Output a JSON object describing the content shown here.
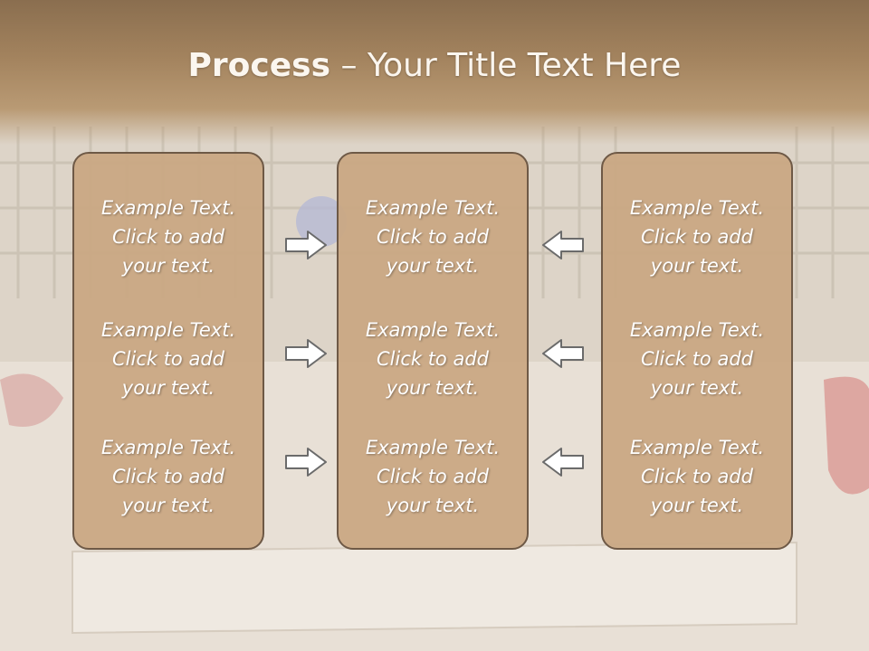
{
  "slide": {
    "title_bold": "Process",
    "title_rest": " – Your Title Text Here"
  },
  "columns": [
    {
      "items": [
        {
          "line1": "Example Text.",
          "line2": "Click  to add",
          "line3": "your text."
        },
        {
          "line1": "Example Text.",
          "line2": "Click  to add",
          "line3": "your text."
        },
        {
          "line1": "Example Text.",
          "line2": "Click  to add",
          "line3": "your text."
        }
      ]
    },
    {
      "items": [
        {
          "line1": "Example Text.",
          "line2": "Click  to add",
          "line3": "your text."
        },
        {
          "line1": "Example Text.",
          "line2": "Click  to add",
          "line3": "your text."
        },
        {
          "line1": "Example Text.",
          "line2": "Click  to add",
          "line3": "your text."
        }
      ]
    },
    {
      "items": [
        {
          "line1": "Example Text.",
          "line2": "Click  to add",
          "line3": "your text."
        },
        {
          "line1": "Example Text.",
          "line2": "Click  to add",
          "line3": "your text."
        },
        {
          "line1": "Example Text.",
          "line2": "Click  to add",
          "line3": "your text."
        }
      ]
    }
  ],
  "icons": {
    "left_arrows": "arrow-right-icon",
    "right_arrows": "arrow-left-icon"
  },
  "colors": {
    "title_band": "#a3835e",
    "column_fill": "#c9a782",
    "column_border": "#6e5946",
    "text": "#ffffff"
  }
}
